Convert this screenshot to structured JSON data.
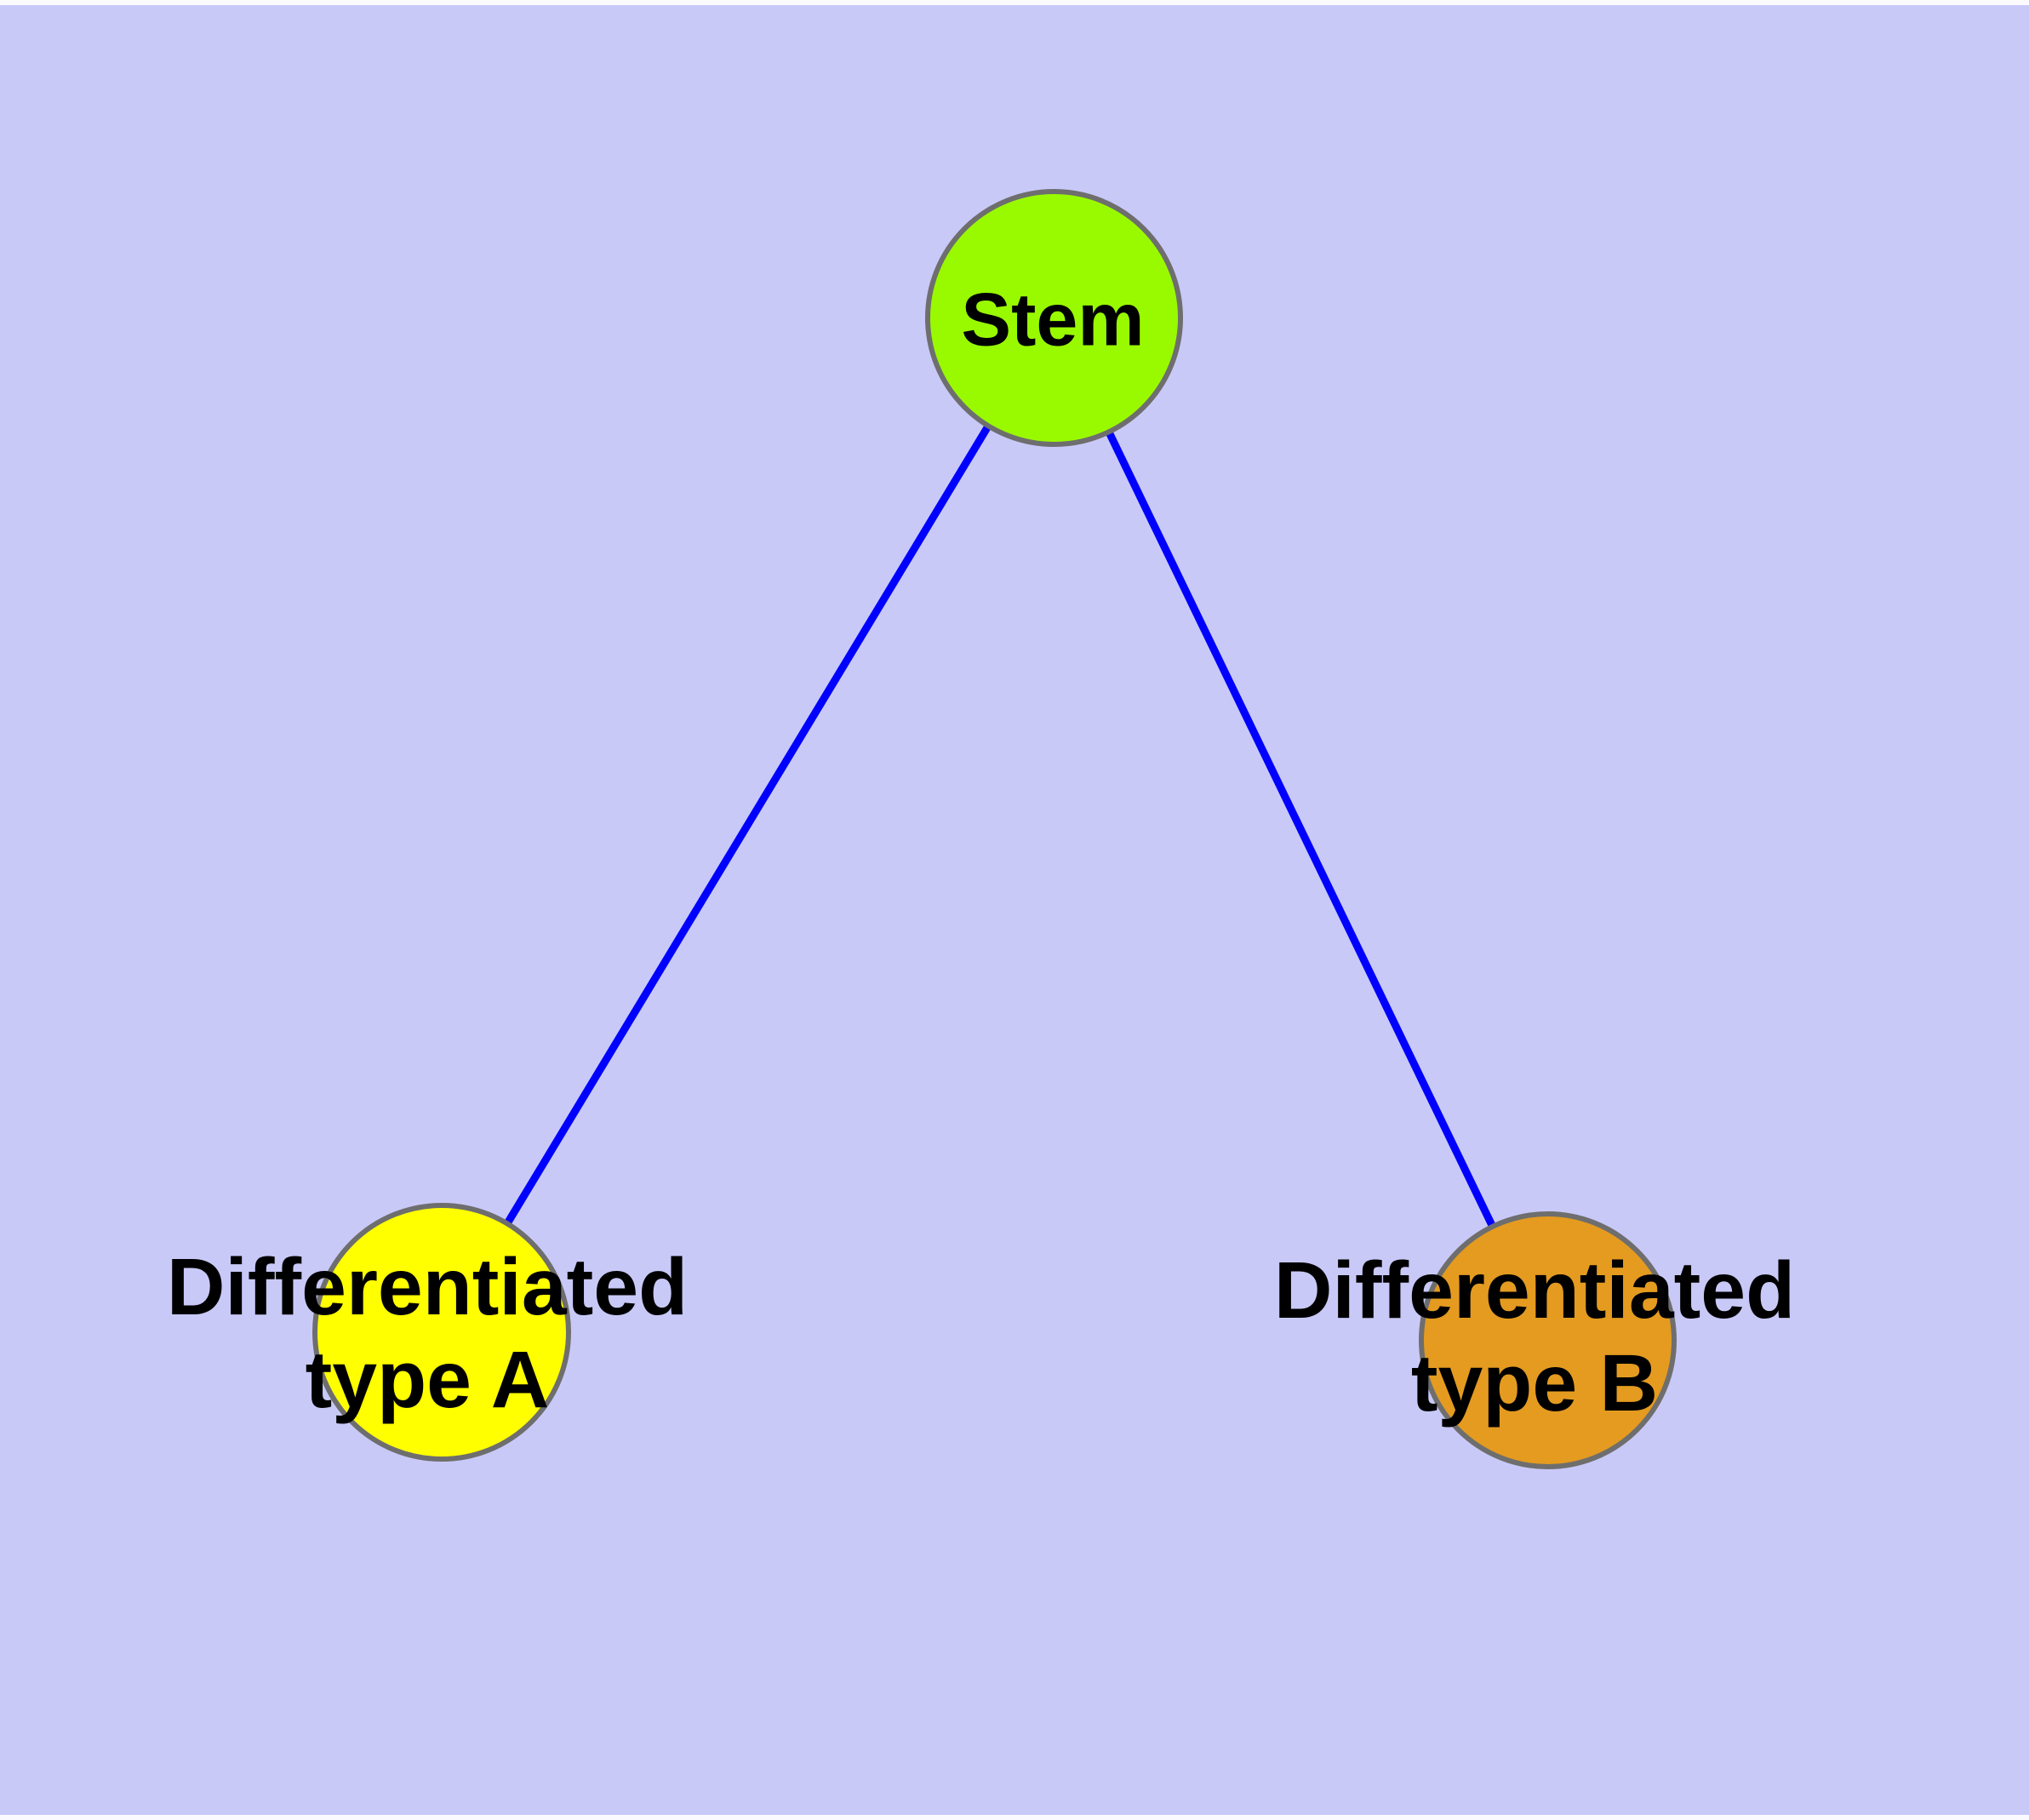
{
  "diagram": {
    "background_color": "#C9C9F8",
    "edge_color": "#0000FF",
    "node_border_color": "#6E6E6E",
    "label_color": "#000000",
    "nodes": [
      {
        "id": "stem",
        "label": "Stem",
        "label_line1": "Stem",
        "label_line2": "",
        "fill": "#99FA00"
      },
      {
        "id": "type_a",
        "label": "Differentiated type A",
        "label_line1": "Differentiated",
        "label_line2": "type A",
        "fill": "#FFFF00"
      },
      {
        "id": "type_b",
        "label": "Differentiated type B",
        "label_line1": "Differentiated",
        "label_line2": "type B",
        "fill": "#E49B20"
      }
    ],
    "edges": [
      {
        "from": "Stem",
        "to": "Differentiated type A"
      },
      {
        "from": "Stem",
        "to": "Differentiated type B"
      }
    ]
  }
}
